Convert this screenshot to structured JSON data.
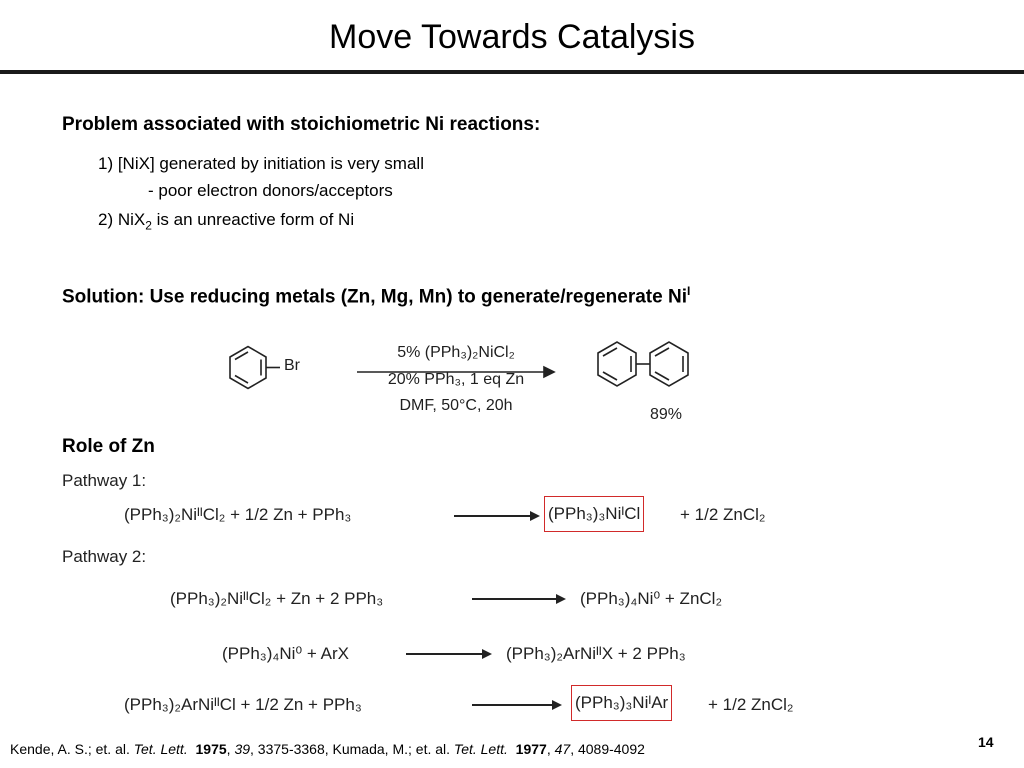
{
  "slide": {
    "title": "Move Towards Catalysis",
    "page_number": "14"
  },
  "problem": {
    "heading": "Problem associated with stoichiometric Ni reactions:",
    "item1": "1) [NiX] generated by initiation is very small",
    "item1_sub": "- poor electron donors/acceptors",
    "item2_pre": "2) NiX",
    "item2_sub": "2",
    "item2_post": " is an unreactive form of Ni"
  },
  "solution": {
    "text": "Solution:  Use reducing metals (Zn, Mg, Mn) to generate/regenerate Ni",
    "sup": "I"
  },
  "reaction": {
    "substituent": "Br",
    "conditions": [
      "5% (PPh₃)₂NiCl₂",
      "20% PPh₃, 1 eq Zn",
      "DMF, 50°C, 20h"
    ],
    "yield": "89%"
  },
  "role": {
    "heading": "Role of Zn",
    "pathway1_label": "Pathway 1:",
    "pathway2_label": "Pathway 2:",
    "p1": {
      "left": "(PPh₃)₂NiᴵᴵCl₂  +  1/2 Zn  +  PPh₃",
      "boxed": "(PPh₃)₃NiᴵCl",
      "right": "+  1/2 ZnCl₂"
    },
    "p2a": {
      "left": "(PPh₃)₂NiᴵᴵCl₂  +  Zn  +  2 PPh₃",
      "right": "(PPh₃)₄Ni⁰  +  ZnCl₂"
    },
    "p2b": {
      "left": "(PPh₃)₄Ni⁰  +  ArX",
      "right": "(PPh₃)₂ArNiᴵᴵX  +  2 PPh₃"
    },
    "p2c": {
      "left": "(PPh₃)₂ArNiᴵᴵCl  +  1/2 Zn  +  PPh₃",
      "boxed": "(PPh₃)₃NiᴵAr",
      "right": "+  1/2 ZnCl₂"
    }
  },
  "footer": {
    "authors1": "Kende, A. S.; et. al.  ",
    "journal1": "Tet. Lett.",
    "year1": "1975",
    "vol1": "39",
    "pages1": ", 3375-3368, Kumada, M.; et. al.  ",
    "journal2": "Tet. Lett.",
    "year2": "1977",
    "vol2": "47",
    "pages2": ", 4089-4092"
  }
}
